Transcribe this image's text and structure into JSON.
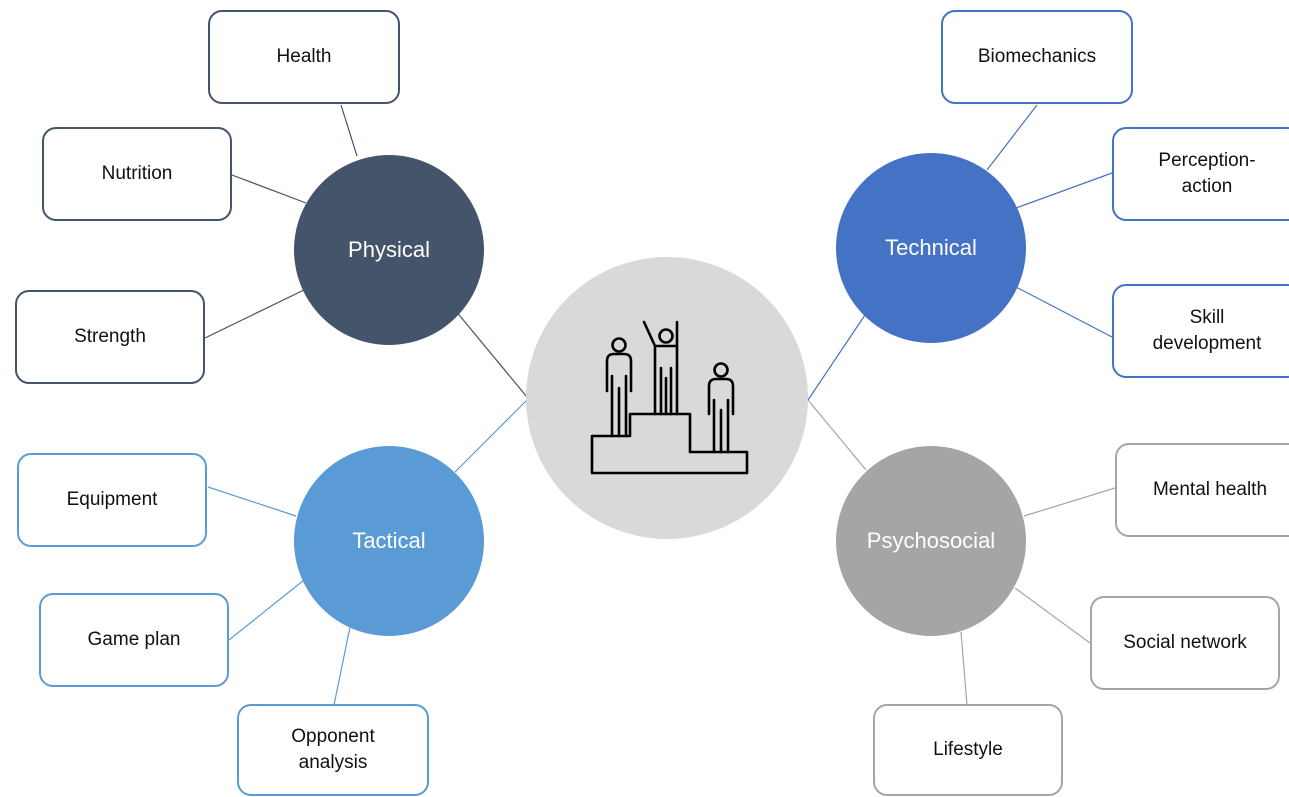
{
  "colors": {
    "physical": "#44546a",
    "technical": "#4472c4",
    "tactical": "#5b9bd5",
    "psychosocial": "#a5a5a5",
    "center": "#d9d9d9"
  },
  "center": {
    "icon": "podium-icon"
  },
  "hubs": {
    "physical": "Physical",
    "technical": "Technical",
    "tactical": "Tactical",
    "psychosocial": "Psychosocial"
  },
  "nodes": {
    "health": "Health",
    "nutrition": "Nutrition",
    "strength": "Strength",
    "biomechanics": "Biomechanics",
    "perception_action": "Perception-\naction",
    "skill_development": "Skill\ndevelopment",
    "equipment": "Equipment",
    "game_plan": "Game plan",
    "opponent_analysis": "Opponent\nanalysis",
    "mental_health": "Mental health",
    "social_network": "Social network",
    "lifestyle": "Lifestyle"
  }
}
